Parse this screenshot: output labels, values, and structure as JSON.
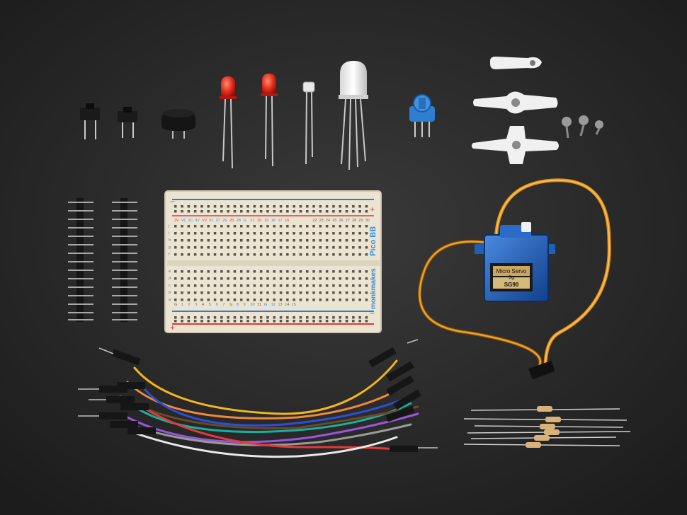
{
  "breadboard": {
    "brand": "monkmakes",
    "model": "Pico BB",
    "plus": "+",
    "minus": "−",
    "row_letters_top": [
      "j",
      "i",
      "h",
      "g",
      "f"
    ],
    "row_letters_bottom": [
      "e",
      "d",
      "c",
      "b",
      "a"
    ],
    "pin_labels_top": [
      "3V",
      "VC",
      "2C",
      "3V",
      "VV",
      "VL",
      "27",
      "26",
      "25",
      "28",
      "G",
      "21",
      "20",
      "19",
      "18",
      "17",
      "16"
    ],
    "pin_labels_bottom": [
      "G",
      "1",
      "2",
      "3",
      "4",
      "5",
      "6",
      "7",
      "G",
      "8",
      "9",
      "10",
      "11",
      "G",
      "12",
      "13",
      "14",
      "15"
    ],
    "column_numbers": [
      "22",
      "23",
      "24",
      "25",
      "26",
      "27",
      "28",
      "29",
      "30"
    ]
  },
  "servo": {
    "label_line1": "Micro Servo",
    "label_line2": "9g",
    "label_model": "SG90"
  },
  "colors": {
    "background": "#2a2a2a",
    "breadboard": "#ece4d2",
    "servo_body": "#1f5fb8",
    "led_red": "#e0281a",
    "trimpot": "#2f7fd0"
  },
  "icons": [
    "tactile-button-icon",
    "piezo-buzzer-icon",
    "red-led-icon",
    "clear-led-icon",
    "rgb-led-icon",
    "trimpot-icon",
    "servo-horn-icon",
    "screw-icon",
    "header-pins-icon",
    "breadboard-icon",
    "servo-motor-icon",
    "jumper-wire-icon",
    "resistor-icon"
  ]
}
